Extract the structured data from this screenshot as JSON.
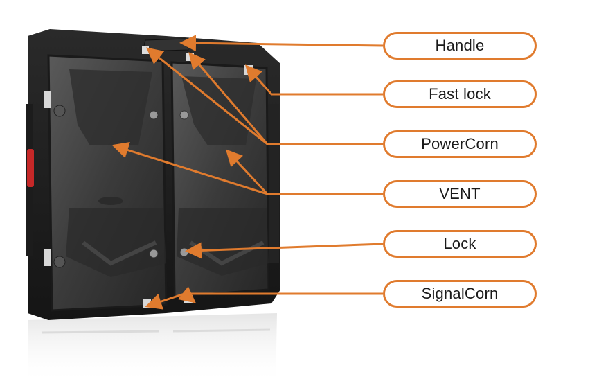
{
  "accent_color": "#e07b2e",
  "product": {
    "watermark_icon": "logo-watermark"
  },
  "labels": [
    {
      "id": "handle",
      "text": "Handle"
    },
    {
      "id": "fast-lock",
      "text": "Fast lock"
    },
    {
      "id": "powercorn",
      "text": "PowerCorn"
    },
    {
      "id": "vent",
      "text": "VENT"
    },
    {
      "id": "lock",
      "text": "Lock"
    },
    {
      "id": "signalcorn",
      "text": "SignalCorn"
    }
  ]
}
